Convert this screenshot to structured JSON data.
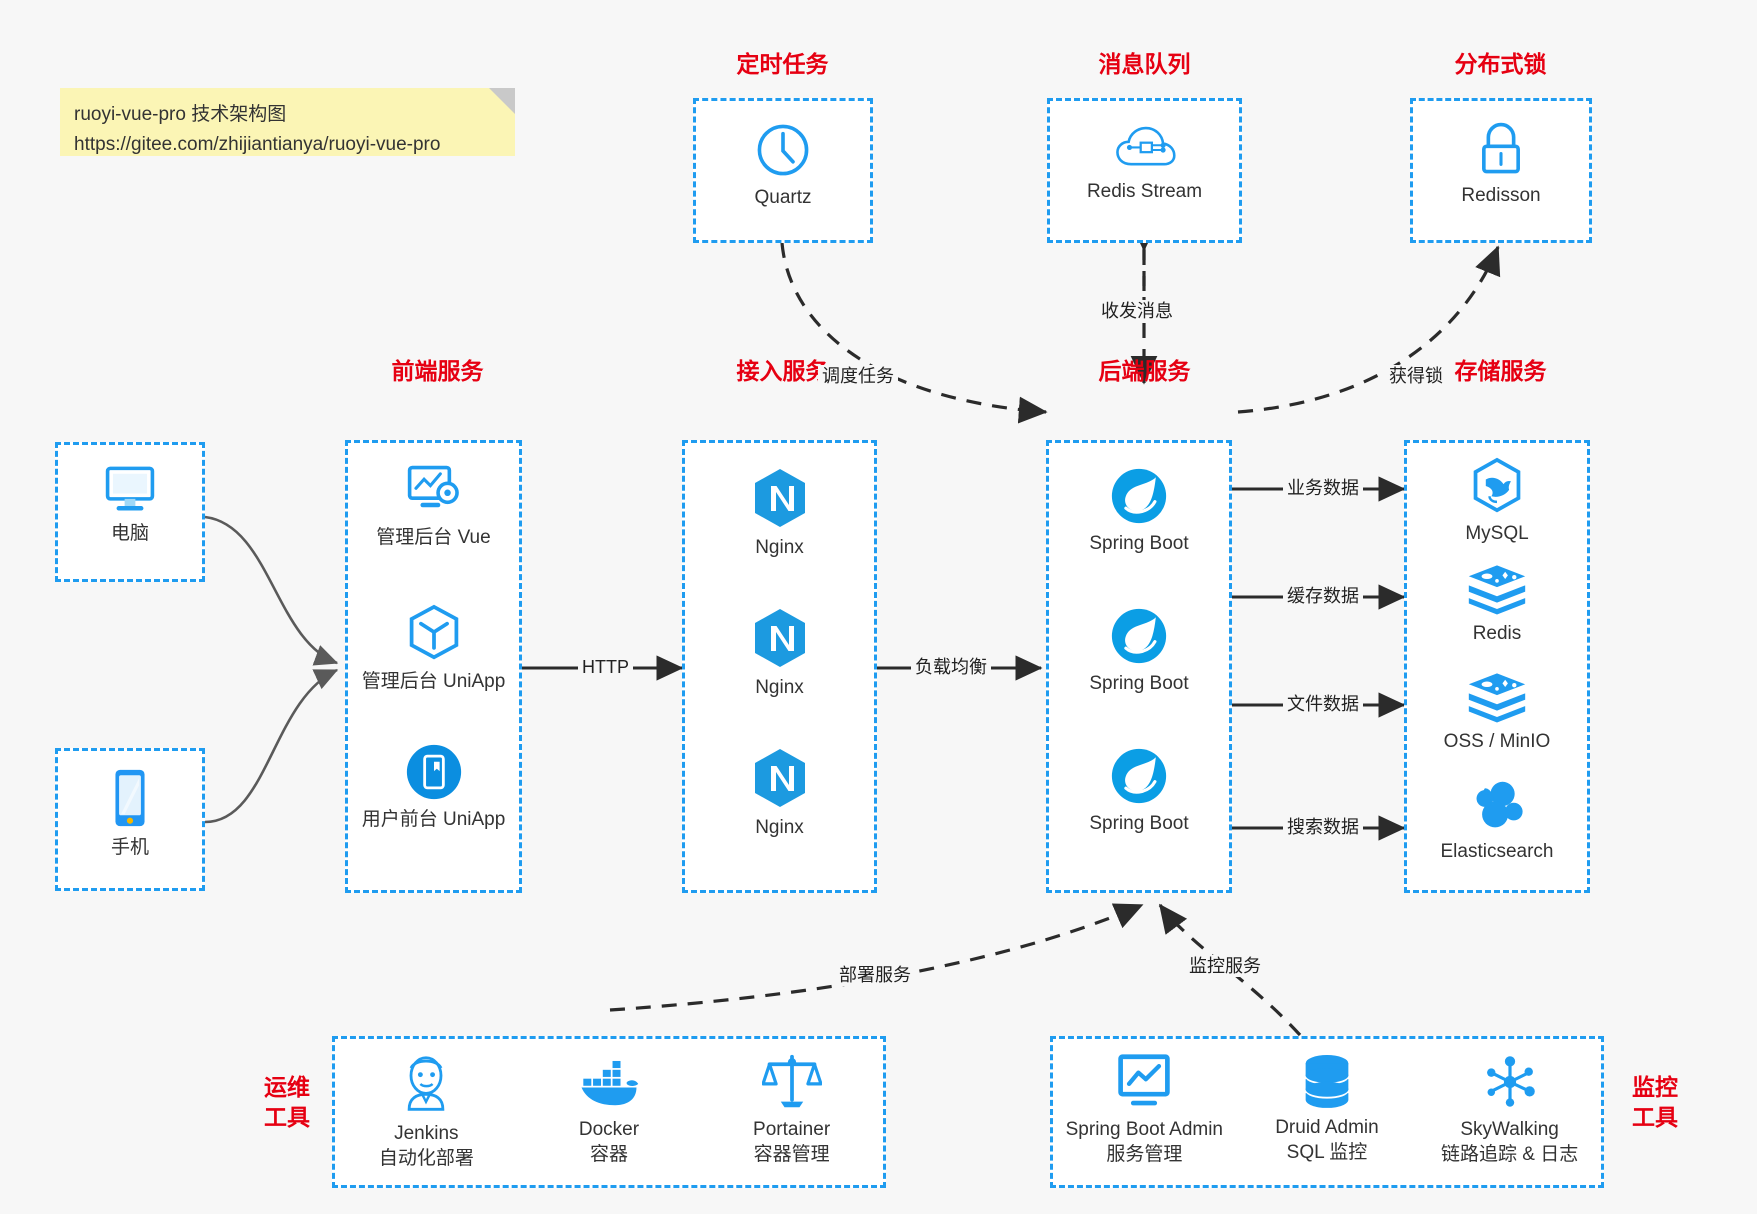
{
  "note": {
    "line1": "ruoyi-vue-pro 技术架构图",
    "line2": "https://gitee.com/zhijiantianya/ruoyi-vue-pro"
  },
  "colors": {
    "accent": "#1f9cf0",
    "title": "#e60012",
    "note_bg": "#fbf5b5",
    "canvas": "#f7f7f7",
    "edge": "#333333"
  },
  "groups": {
    "scheduler": {
      "title": "定时任务",
      "nodes": [
        {
          "label": "Quartz",
          "icon": "clock-icon"
        }
      ]
    },
    "mq": {
      "title": "消息队列",
      "nodes": [
        {
          "label": "Redis Stream",
          "icon": "cloud-network-icon"
        }
      ]
    },
    "lock": {
      "title": "分布式锁",
      "nodes": [
        {
          "label": "Redisson",
          "icon": "lock-icon"
        }
      ]
    },
    "clients": {
      "nodes": [
        {
          "label": "电脑",
          "icon": "desktop-icon"
        },
        {
          "label": "手机",
          "icon": "smartphone-icon"
        }
      ]
    },
    "frontend": {
      "title": "前端服务",
      "nodes": [
        {
          "label": "管理后台 Vue",
          "icon": "dashboard-gear-icon"
        },
        {
          "label": "管理后台 UniApp",
          "icon": "hexagon-cube-icon"
        },
        {
          "label": "用户前台 UniApp",
          "icon": "mobile-circle-icon"
        }
      ]
    },
    "gateway": {
      "title": "接入服务",
      "nodes": [
        {
          "label": "Nginx",
          "icon": "nginx-icon"
        },
        {
          "label": "Nginx",
          "icon": "nginx-icon"
        },
        {
          "label": "Nginx",
          "icon": "nginx-icon"
        }
      ]
    },
    "backend": {
      "title": "后端服务",
      "nodes": [
        {
          "label": "Spring Boot",
          "icon": "spring-boot-icon"
        },
        {
          "label": "Spring Boot",
          "icon": "spring-boot-icon"
        },
        {
          "label": "Spring Boot",
          "icon": "spring-boot-icon"
        }
      ]
    },
    "storage": {
      "title": "存储服务",
      "nodes": [
        {
          "label": "MySQL",
          "icon": "mysql-dolphin-icon"
        },
        {
          "label": "Redis",
          "icon": "redis-stack-icon"
        },
        {
          "label": "OSS / MinIO",
          "icon": "redis-stack-icon"
        },
        {
          "label": "Elasticsearch",
          "icon": "elasticsearch-icon"
        }
      ]
    },
    "devops": {
      "title_line1": "运维",
      "title_line2": "工具",
      "nodes": [
        {
          "label": "Jenkins",
          "sublabel": "自动化部署",
          "icon": "jenkins-butler-icon"
        },
        {
          "label": "Docker",
          "sublabel": "容器",
          "icon": "docker-whale-icon"
        },
        {
          "label": "Portainer",
          "sublabel": "容器管理",
          "icon": "scales-icon"
        }
      ]
    },
    "monitoring": {
      "title_line1": "监控",
      "title_line2": "工具",
      "nodes": [
        {
          "label": "Spring Boot Admin",
          "sublabel": "服务管理",
          "icon": "monitor-chart-icon"
        },
        {
          "label": "Druid Admin",
          "sublabel": "SQL 监控",
          "icon": "database-icon"
        },
        {
          "label": "SkyWalking",
          "sublabel": "链路追踪 & 日志",
          "icon": "network-nodes-icon"
        }
      ]
    }
  },
  "edges": {
    "schedule_task": "调度任务",
    "send_receive_message": "收发消息",
    "acquire_lock": "获得锁",
    "http": "HTTP",
    "load_balance": "负载均衡",
    "business_data": "业务数据",
    "cache_data": "缓存数据",
    "file_data": "文件数据",
    "search_data": "搜索数据",
    "deploy_service": "部署服务",
    "monitor_service": "监控服务"
  }
}
